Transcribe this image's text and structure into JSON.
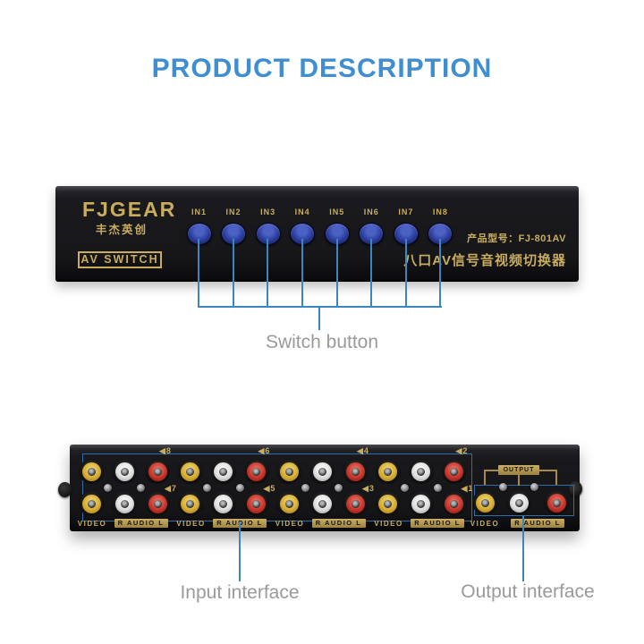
{
  "title": "PRODUCT DESCRIPTION",
  "front_panel": {
    "brand": "FJGEAR",
    "brand_cn": "丰杰英创",
    "badge": "AV SWITCH",
    "model": "产品型号：FJ-801AV",
    "product_name": "八口AV信号音视频切换器",
    "buttons": [
      "IN1",
      "IN2",
      "IN3",
      "IN4",
      "IN5",
      "IN6",
      "IN7",
      "IN8"
    ]
  },
  "callouts": {
    "switch_button": "Switch button",
    "input_interface": "Input interface",
    "output_interface": "Output interface"
  },
  "back_panel": {
    "input_groups": [
      {
        "top_label": "◀8",
        "bottom_label": "◀7",
        "video_label": "VIDEO",
        "audio_label": "R AUDIO L"
      },
      {
        "top_label": "◀6",
        "bottom_label": "◀5",
        "video_label": "VIDEO",
        "audio_label": "R AUDIO L"
      },
      {
        "top_label": "◀4",
        "bottom_label": "◀3",
        "video_label": "VIDEO",
        "audio_label": "R AUDIO L"
      },
      {
        "top_label": "◀2",
        "bottom_label": "◀1",
        "video_label": "VIDEO",
        "audio_label": "R AUDIO L"
      }
    ],
    "output": {
      "label": "OUTPUT",
      "video_label": "VIDEO",
      "audio_label": "R AUDIO L"
    }
  },
  "colors": {
    "accent_blue": "#3f8ed2",
    "line_blue": "#3a86c0",
    "gold": "#c8ad5e",
    "outline_blue": "#2d6da9",
    "button_blue": "#2c3d9e",
    "gray_text": "#9a9a9a",
    "rca_yellow": "#d6ac32",
    "rca_white": "#e8e8e8",
    "rca_red": "#c7342b"
  }
}
